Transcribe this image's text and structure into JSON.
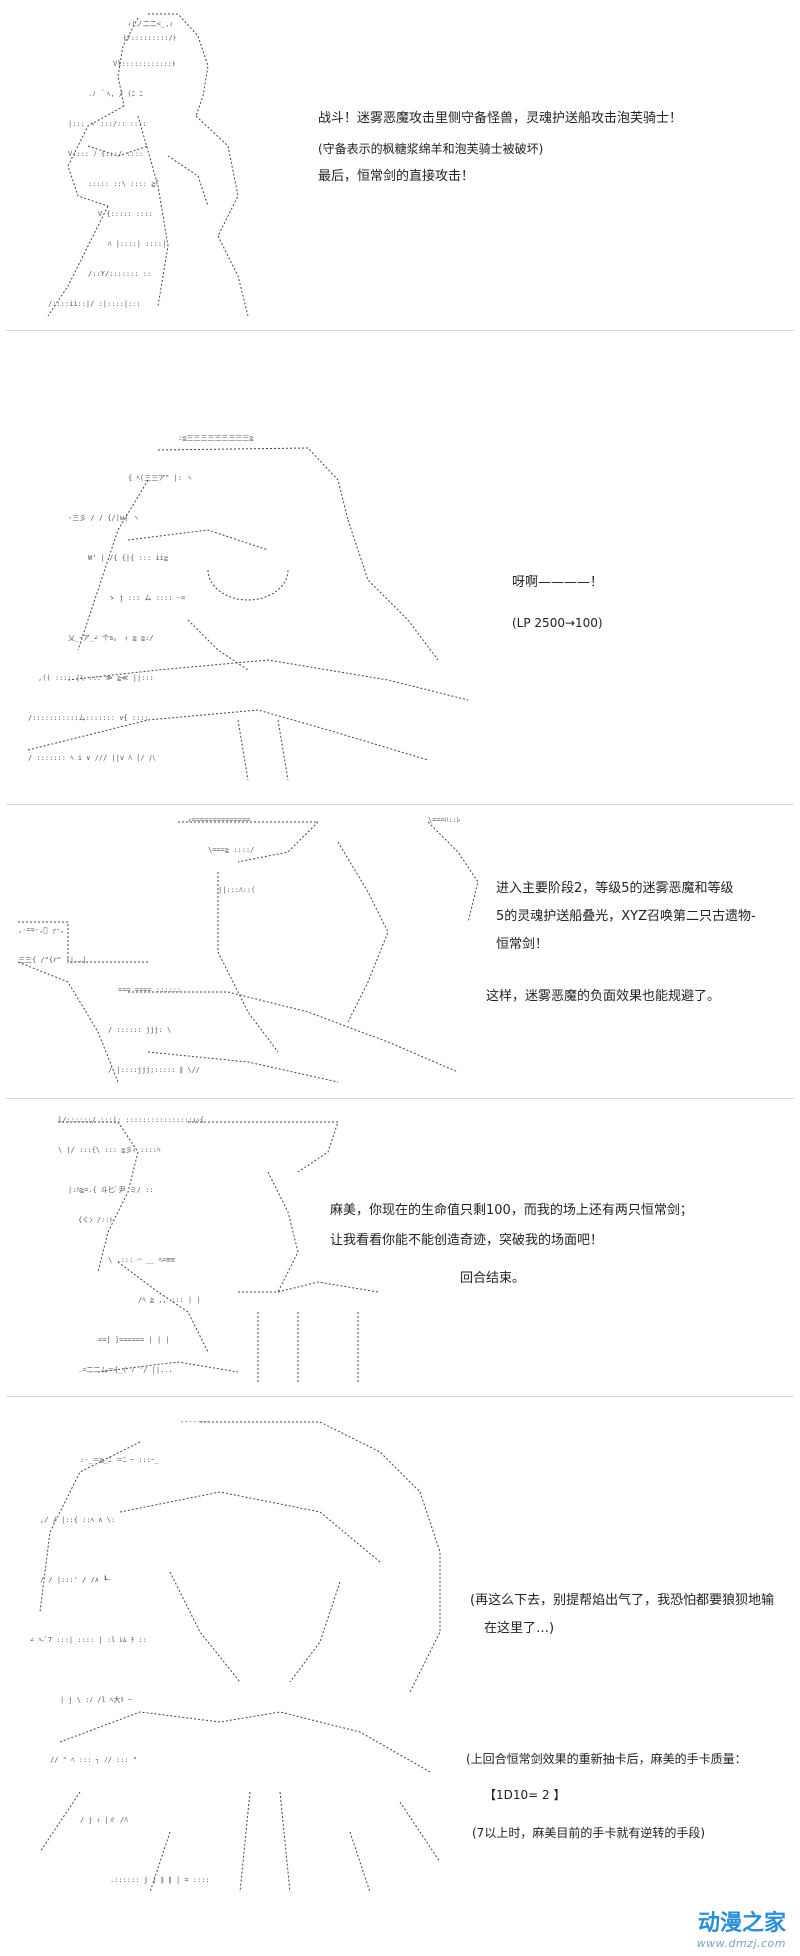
{
  "panels": [
    {
      "lines": [
        "战斗！迷雾恶魔攻击里侧守备怪兽，灵魂护送船攻击泡芙骑士！",
        "(守备表示的枫糖浆绵羊和泡芙骑士被破坏)",
        "最后，恒常剑的直接攻击！"
      ]
    },
    {
      "lines": [
        "呀啊————！",
        "(LP 2500→100)"
      ]
    },
    {
      "lines": [
        "进入主要阶段2，等级5的迷雾恶魔和等级",
        "5的灵魂护送船叠光，XYZ召唤第二只古遗物-",
        "恒常剑！",
        "这样，迷雾恶魔的负面效果也能规避了。"
      ]
    },
    {
      "lines": [
        "麻美，你现在的生命值只剩100，而我的场上还有两只恒常剑；",
        "让我看看你能不能创造奇迹，突破我的场面吧！",
        "回合结束。"
      ]
    },
    {
      "lines": [
        "(再这么下去，别提帮焰出气了，我恐怕都要狼狈地输",
        "在这里了…)",
        "(上回合恒常剑效果的重新抽卡后，麻美的手卡质量：",
        "【1D10= 2 】",
        "(7以上时，麻美目前的手卡就有逆转的手段)"
      ]
    }
  ],
  "watermark": {
    "logo": "动漫之家",
    "url": "www.dmzj.com"
  }
}
